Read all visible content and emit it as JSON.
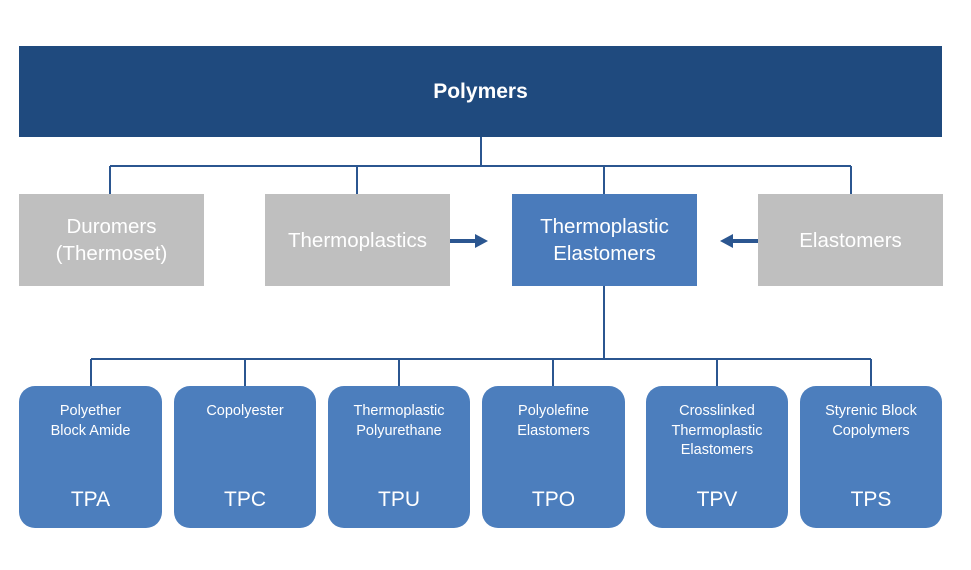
{
  "root": {
    "label": "Polymers"
  },
  "categories": [
    {
      "label": "Duromers\n(Thermoset)"
    },
    {
      "label": "Thermoplastics"
    },
    {
      "label": "Thermoplastic\nElastomers"
    },
    {
      "label": "Elastomers"
    }
  ],
  "types": [
    {
      "name": "Polyether\nBlock Amide",
      "abbr": "TPA"
    },
    {
      "name": "Copolyester",
      "abbr": "TPC"
    },
    {
      "name": "Thermoplastic\nPolyurethane",
      "abbr": "TPU"
    },
    {
      "name": "Polyolefine\nElastomers",
      "abbr": "TPO"
    },
    {
      "name": "Crosslinked\nThermoplastic\nElastomers",
      "abbr": "TPV"
    },
    {
      "name": "Styrenic Block\nCopolymers",
      "abbr": "TPS"
    }
  ],
  "colors": {
    "dark_blue": "#1f4a7e",
    "mid_blue": "#4a7bbb",
    "gray": "#bfbfbf",
    "line": "#2b5690"
  }
}
